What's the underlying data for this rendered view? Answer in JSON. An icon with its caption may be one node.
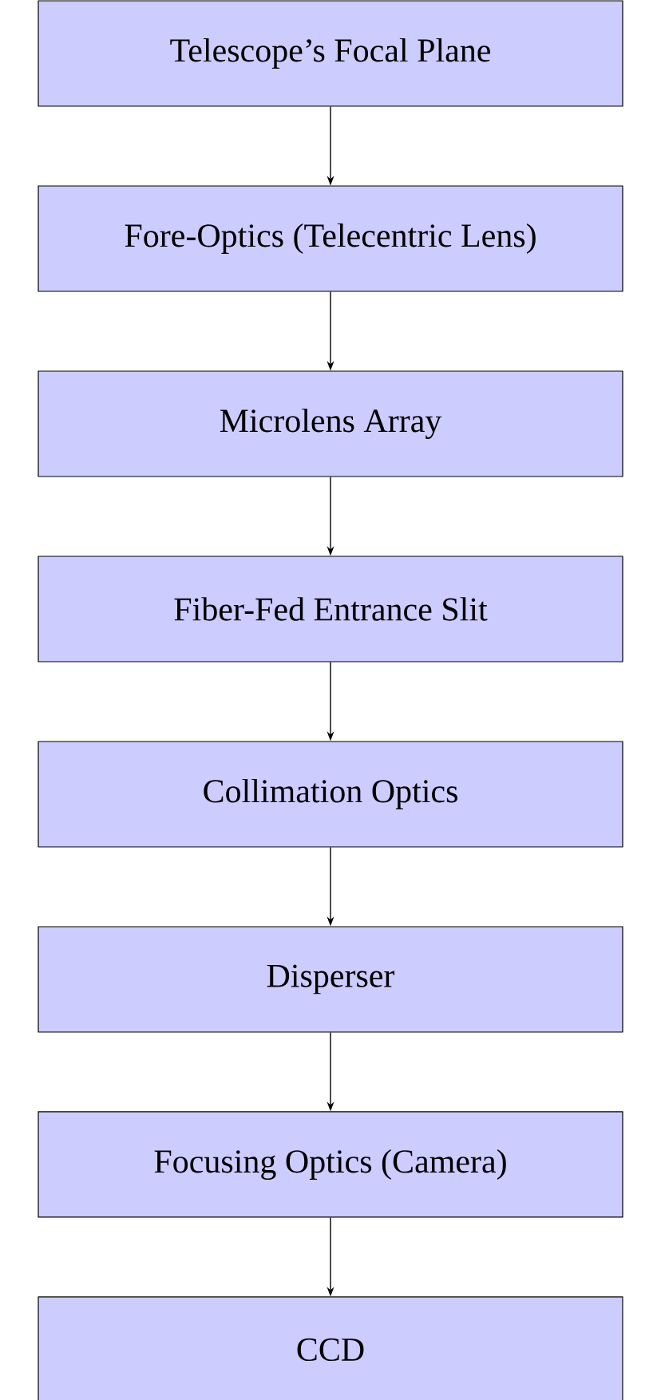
{
  "diagram": {
    "nodes": [
      {
        "text": [
          "Telescope’s Focal Plane"
        ]
      },
      {
        "text": [
          "Fore-Optics (Telecentric Lens)"
        ]
      },
      {
        "text": [
          "Microlens Array"
        ]
      },
      {
        "text": [
          "Fiber-Fed Entrance Slit"
        ]
      },
      {
        "text": [
          "Collimation Optics"
        ]
      },
      {
        "text": [
          "Disperser"
        ]
      },
      {
        "text": [
          "Focusing Optics (Camera)"
        ]
      },
      {
        "text": [
          "CCD"
        ]
      }
    ],
    "edges": [
      {
        "from": 0,
        "to": 1,
        "arrow": "to"
      },
      {
        "from": 1,
        "to": 2,
        "arrow": "to"
      },
      {
        "from": 2,
        "to": 3,
        "arrow": "to"
      },
      {
        "from": 3,
        "to": 4,
        "arrow": "to"
      },
      {
        "from": 4,
        "to": 5,
        "arrow": "to"
      },
      {
        "from": 5,
        "to": 6,
        "arrow": "to"
      },
      {
        "from": 6,
        "to": 7,
        "arrow": "to"
      }
    ]
  }
}
